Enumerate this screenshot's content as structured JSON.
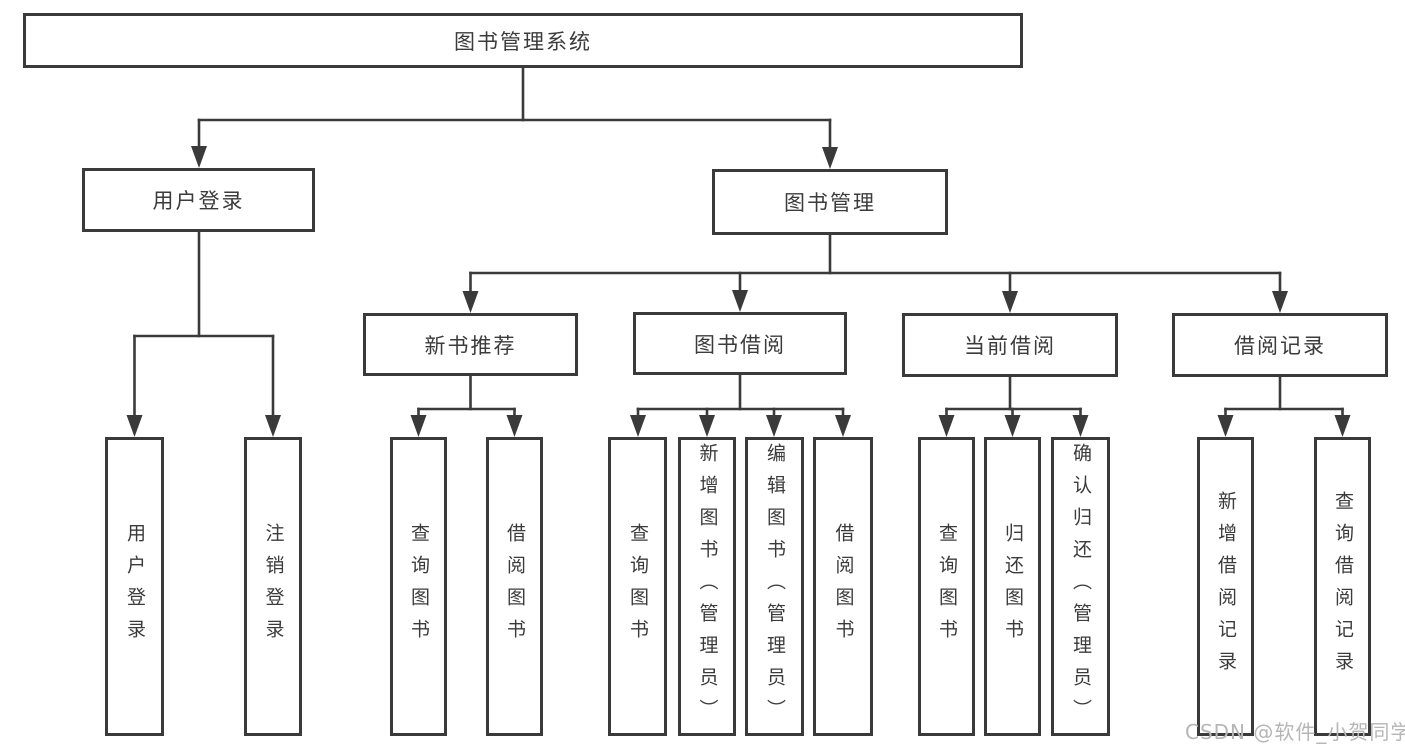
{
  "diagram": {
    "root": {
      "label": "图书管理系统"
    },
    "level2": {
      "user_login": {
        "label": "用户登录"
      },
      "book_management": {
        "label": "图书管理"
      }
    },
    "level3": {
      "new_book_recommend": {
        "label": "新书推荐"
      },
      "book_borrowing": {
        "label": "图书借阅"
      },
      "current_borrowing": {
        "label": "当前借阅"
      },
      "borrowing_records": {
        "label": "借阅记录"
      }
    },
    "leaves": {
      "user_login_action": "用户登录",
      "logout_action": "注销登录",
      "nbr_query_books": "查询图书",
      "nbr_borrow_books": "借阅图书",
      "bb_query_books": "查询图书",
      "bb_add_books_admin": "新增图书（管理员）",
      "bb_edit_books_admin": "编辑图书（管理员）",
      "bb_borrow_books": "借阅图书",
      "cb_query_books": "查询图书",
      "cb_return_books": "归还图书",
      "cb_confirm_return_admin": "确认归还（管理员）",
      "br_add_record": "新增借阅记录",
      "br_query_record": "查询借阅记录"
    },
    "watermark": "CSDN @软件_小贺同学",
    "colors": {
      "line": "#3a3a3a",
      "box_border": "#3a3a3a",
      "text": "#3b3b3b",
      "watermark": "#b6b6b6",
      "background": "#ffffff"
    }
  }
}
